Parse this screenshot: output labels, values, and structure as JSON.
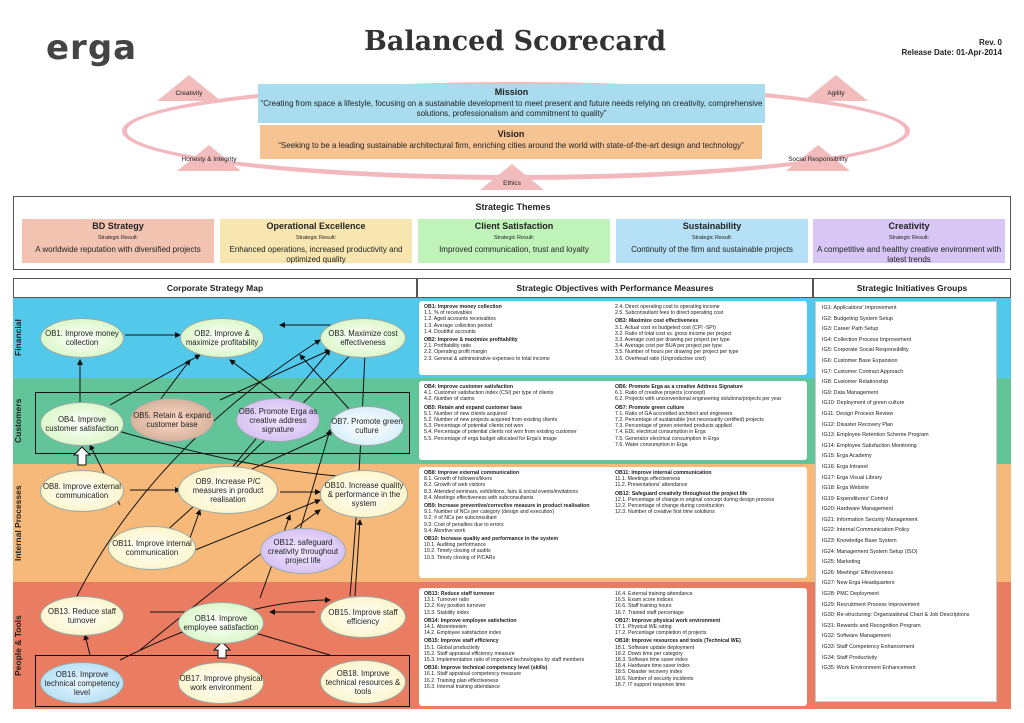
{
  "header": {
    "logo": "erga",
    "title": "Balanced Scorecard",
    "rev": "Rev. 0",
    "release": "Release Date: 01-Apr-2014"
  },
  "values": [
    "Creativity",
    "Agility",
    "Honesty & Integrity",
    "Social Responsibility",
    "Ethics"
  ],
  "mission": {
    "heading": "Mission",
    "text": "“Creating from space a lifestyle, focusing on a sustainable development to meet present and future needs relying on creativity, comprehensive solutions, professionalism and commitment to quality”"
  },
  "vision": {
    "heading": "Vision",
    "text": "“Seeking to be a leading sustainable architectural firm, enriching cities around the world with state-of-the-art design and technology”"
  },
  "themes": {
    "title": "Strategic Themes",
    "sr_label": "Strategic Result:",
    "items": [
      {
        "name": "BD Strategy",
        "result": "A worldwide reputation with diversified projects",
        "color": "#f3c3b2"
      },
      {
        "name": "Operational Excellence",
        "result": "Enhanced operations, increased productivity and optimized quality",
        "color": "#f8e6b1"
      },
      {
        "name": "Client Satisfaction",
        "result": "Improved communication, trust and loyalty",
        "color": "#bff3b9"
      },
      {
        "name": "Sustainability",
        "result": "Continuity of the firm and sustainable projects",
        "color": "#b5e0f6"
      },
      {
        "name": "Creativity",
        "result": "A competitive and healthy creative environment with latest trends",
        "color": "#d8c6f4"
      }
    ]
  },
  "sections": {
    "map": "Corporate Strategy Map",
    "objectives": "Strategic Objectives with Performance Measures",
    "initiatives": "Strategic Initiatives Groups"
  },
  "perspectives": [
    "Financial",
    "Customers",
    "Internal Processes",
    "People & Tools"
  ],
  "nodes": {
    "ob1": "OB1. Improve money collection",
    "ob2": "OB2. Improve & maximize profitability",
    "ob3": "OB3. Maximize cost effectiveness",
    "ob4": "OB4. Improve customer satisfaction",
    "ob5": "OB5. Retain & expand customer base",
    "ob6": "OB6. Promote Erga as creative address signature",
    "ob7": "OB7. Promote green culture",
    "ob8": "OB8. Improve external communication",
    "ob9": "OB9. Increase P/C measures in product realisation",
    "ob10": "OB10. Increase quality & performance in the system",
    "ob11": "OB11. Improve internal communication",
    "ob12": "OB12. safeguard creativity throughout project life",
    "ob13": "OB13. Reduce staff turnover",
    "ob14": "OB14. Improve employee satisfaction",
    "ob15": "OB15. Improve staff efficiency",
    "ob16": "OB16. Improve technical competency level",
    "ob17": "OB17. Improve physical work environment",
    "ob18": "OB18. Improve technical resources & tools"
  },
  "objectives": {
    "fin_a": [
      "OB1: Improve money collection",
      "1.1. % of receivables",
      "1.2. Aged accounts receivables",
      "1.3. Average collection period",
      "1.4. Doubtful accounts",
      "OB2: Improve & maximize profitability",
      "2.1. Profitability ratio",
      "2.2. Operating profit margin",
      "2.3. General & administrative expenses to total income"
    ],
    "fin_b": [
      "2.4. Direct operating cost to operating income",
      "2.5. Subconsultant fees to direct operating cost",
      "OB3: Maximize cost effectiveness",
      "3.1. Actual cost vs budgeted cost (CPI -SPI)",
      "3.2. Ratio of total cost vs. gross income per project",
      "3.3. Average cost per drawing per project per type",
      "3.4. Average cost per BUA per project per type",
      "3.5. Number of hours per drawing per project per type",
      "3.6. Overhead ratio (Unproductive cost)"
    ],
    "cus_a": [
      "OB4: Improve customer satisfaction",
      "4.1. Customer satisfaction index (CSI) per type of clients",
      "4.2. Number of claims",
      "OB5: Retain and expand customer base",
      "5.1. Number of new clients acquired",
      "5.2. Number of new projects acquired from existing clients",
      "5.3. Percentage of potential clients not won",
      "5.4. Percentage of potential clients not won from existing customer",
      "5.5. Percentage of erga budget allocated for Erga's image"
    ],
    "cus_b": [
      "OB6: Promote Erga as a creative Address Signature",
      "6.1. Ratio of creative projects (concept)",
      "6.2. Projects with unconventional engineering solutions/projects per year",
      "OB7: Promote green culture",
      "7.1. Ratio of GA accredited architect and engineers",
      "7.2. Percentage of sustainable (not necessarily certified) projects",
      "7.3. Percentage of green oriented products applied",
      "7.4. EDL electrical consumption in Erga",
      "7.5. Generator electrical consumption in Erga",
      "7.6. Water consumption in Erga"
    ],
    "int_a": [
      "OB8: Improve external communication",
      "8.1. Growth of followers/likers",
      "8.2. Growth of web visitors",
      "8.3. Attended seminars, exhibitions, fairs & social events/invitations",
      "8.4. Meetings effectiveness with subconsultants",
      "OB9: Increase preventive/corrective measure in product realisation",
      "9.1. Number of NCs per category (design and execution)",
      "9.2. # of NCs per subconsultant",
      "9.3. Cost of penalties due to errors",
      "9.4. Abortive work",
      "OB10: Increase quality and performance in the system",
      "10.1. Auditing performance",
      "10.2. Timely closing of audits",
      "10.3. Timely closing of P/CARs"
    ],
    "int_b": [
      "OB11: Improve internal communication",
      "11.1. Meetings effectiveness",
      "11.2. Presentations' attendance",
      "OB12: Safeguard creativity throughout the project life",
      "12.1. Percentage of change in original concept during design process",
      "12.2. Percentage of change during construction",
      "12.3. Number of creative first time solutions"
    ],
    "ppl_a": [
      "OB13: Reduce staff turnover",
      "13.1. Turnover ratio",
      "13.2. Key position turnover",
      "13.3. Stability index",
      "OB14: Improve employee satisfaction",
      "14.1. Absenteeism",
      "14.2. Employee satisfaction index",
      "OB15: Improve staff efficiency",
      "15.1. Global productivity",
      "15.2. Staff appraisal efficiency measure",
      "15.3. Implementation ratio of improved technologies by staff members",
      "OB16: Improve technical competency level (skills)",
      "16.1. Staff appraisal competency measure",
      "16.2. Training plan effectiveness",
      "16.3. Internal training attendance"
    ],
    "ppl_b": [
      "16.4. External training attendance",
      "16.5. Exam score indices",
      "16.6. Staff training hours",
      "16.7. Trained staff percentage",
      "OB17: Improve physical work environment",
      "17.1. Physical WE rating",
      "17.2. Percentage completion of projects",
      "OB18: Improve resources and tools (Technical WE)",
      "18.1. Software update deployment",
      "18.2. Down time per category",
      "18.3. Software time saver index",
      "18.4. Hardware time saver index",
      "18.5. Disaster recovery index",
      "18.6. Number of security incidents",
      "18.7. IT support response time"
    ]
  },
  "initiatives": [
    "IG1: Applications' Improvement",
    "IG2: Budgeting System Setup",
    "IG3: Career Path Setup",
    "IG4: Collection Process Improvement",
    "IG5: Corporate Social Responsibility",
    "IG6: Customer Base Expansion",
    "IG7: Customer Contract Approach",
    "IG8: Customer Relationship",
    "IG9: Data Management",
    "IG10: Deployment of green culture",
    "IG11: Design Process Review",
    "IG12: Disaster Recovery Plan",
    "IG13: Employee Retention Scheme Program",
    "IG14: Employee Satisfaction Monitoring",
    "IG15: Erga Academy",
    "IG16: Erga Intranet",
    "IG17: Erga Visual Library",
    "IG18: Erga Website",
    "IG19: Expenditures' Control",
    "IG20: Hardware Management",
    "IG21: Information Security Management",
    "IG22: Internal Communication Policy",
    "IG23: Knowledge Base System",
    "IG24: Management System Setup (ISO)",
    "IG25: Marketing",
    "IG26: Meetings' Effectiveness",
    "IG27: New Erga Headquarters",
    "IG28: PMC Deployment",
    "IG29: Recruitment Process Improvement",
    "IG30: Re-structuring: Organizational Chart & Job Descriptions",
    "IG31: Rewards and Recognition Program",
    "IG32: Software Management",
    "IG33: Staff Competency Enhancement",
    "IG34: Staff Productivity",
    "IG35: Work Environment Enhancement"
  ]
}
